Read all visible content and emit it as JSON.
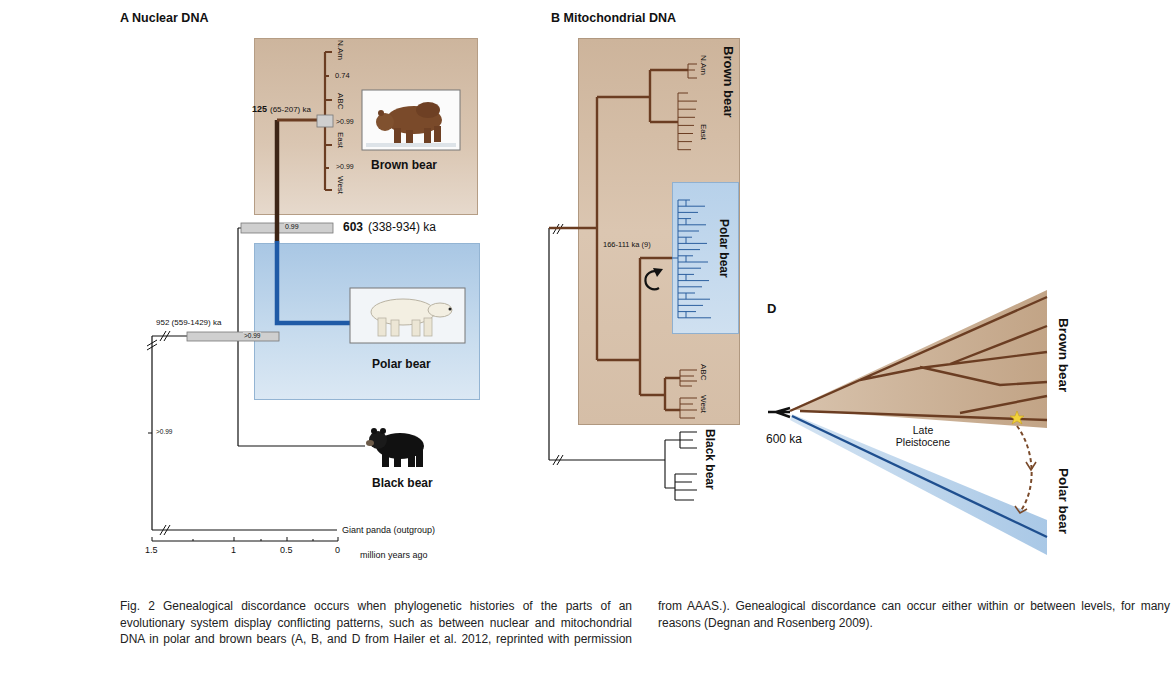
{
  "diagram": {
    "caption": "Fig. 2 Genealogical discordance occurs when phylogenetic histories of the parts of an evolutionary system display conflicting patterns, such as between nuclear and mitochondrial DNA in polar and brown bears (A, B, and D from Hailer et al. 2012, reprinted with permission from AAAS.). Genealogical discordance can occur either within or between levels, for many reasons (Degnan and Rosenberg 2009).",
    "nodes": [
      {
        "text": [
          "Brown bear"
        ]
      },
      {
        "text": [
          "Polar bear"
        ]
      },
      {
        "text": [
          "Brown bear"
        ]
      },
      {
        "text": [
          "Polar bear"
        ],
        "in": 2
      }
    ],
    "labels": [
      "A Nuclear DNA",
      "N.Am",
      "0.74",
      "ABC",
      ">0.99",
      "East",
      ">0.99",
      "West",
      "125",
      "(65-207) ka",
      "0.99",
      "603",
      "(338-934) ka",
      "952 (559-1429) ka",
      ">0.99",
      ">0.99",
      "Black bear",
      "Giant panda (outgroup)",
      "1.5",
      "1",
      "0.5",
      "0",
      "million years ago",
      "B Mitochondrial DNA",
      "N.Am",
      "East",
      "166-111 ka (9)",
      "ABC",
      "West",
      "Black bear",
      "D",
      "600 ka",
      "Late Pleistocene",
      "Brown bear",
      "Polar bear"
    ]
  }
}
